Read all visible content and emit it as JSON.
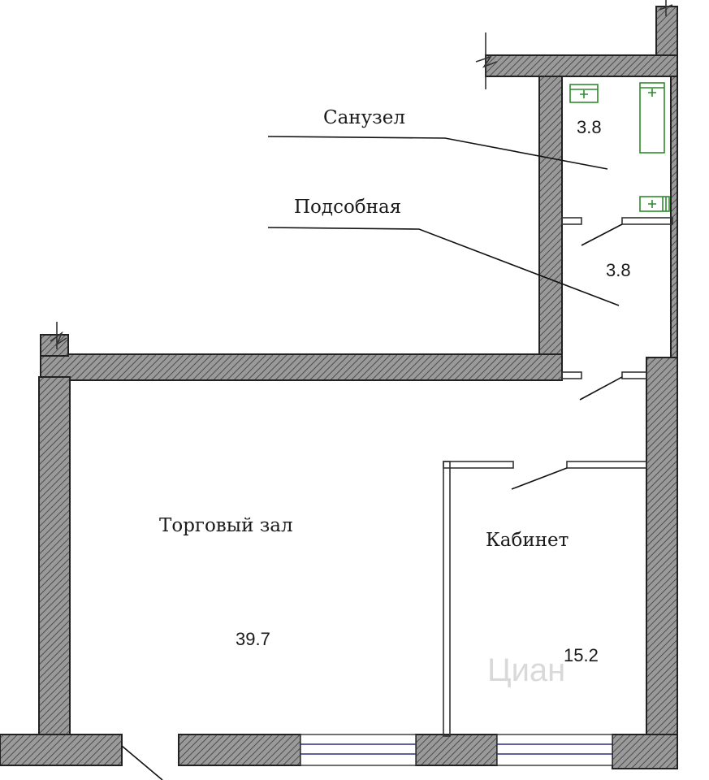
{
  "rooms": [
    {
      "id": "sanuzel",
      "name": "Санузел",
      "area": "3.8"
    },
    {
      "id": "podsobnaya",
      "name": "Подсобная",
      "area": "3.8"
    },
    {
      "id": "torgovyi",
      "name": "Торговый зал",
      "area": "39.7"
    },
    {
      "id": "kabinet",
      "name": "Кабинет",
      "area": "15.2"
    }
  ],
  "watermark": "Циан",
  "colors": {
    "wall_fill": "#8c8c8c",
    "wall_stroke": "#222222",
    "fixture": "#2f8a2f",
    "window": "#2c2c7a"
  }
}
